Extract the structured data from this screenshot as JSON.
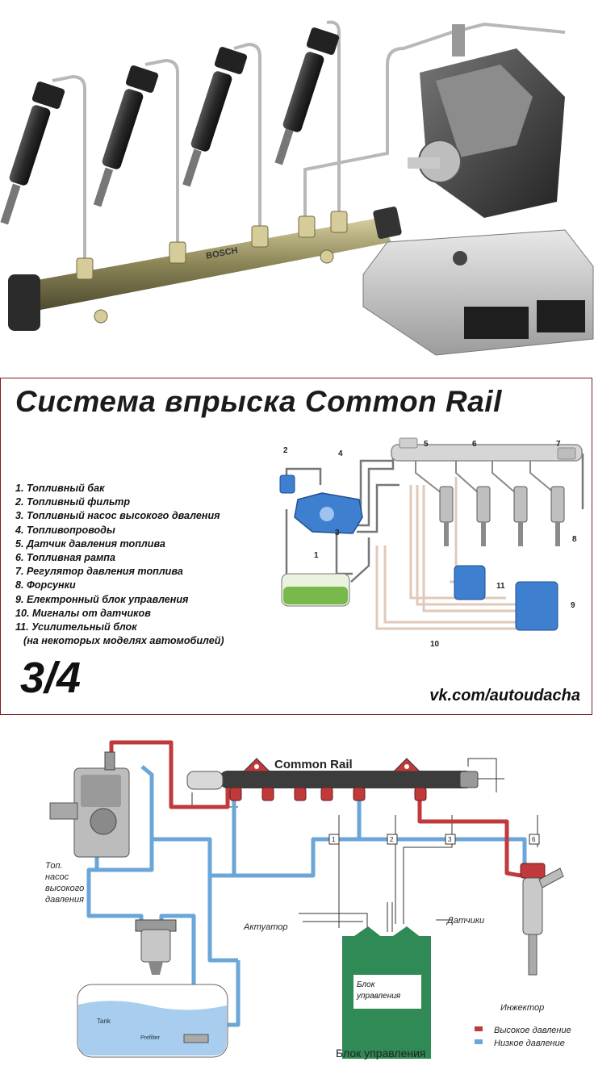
{
  "colors": {
    "high_pressure": "#c0393b",
    "low_pressure": "#6aa6d8",
    "ecu_green": "#2f8a55",
    "panel_border": "#7a1f1f",
    "rail_gray": "#c9c9c9",
    "component_blue": "#3f7fd0",
    "line_tan": "#e0c9b8"
  },
  "photo_panel": {
    "rail_brand": "BOSCH"
  },
  "scheme_panel": {
    "title": "Система впрыска Common Rail",
    "legend": [
      "1. Топливный бак",
      "2. Топливный фильтр",
      "3. Топливный насос высокого дваления",
      "4. Топливопроводы",
      "5. Датчик давления топлива",
      "6. Топливная рампа",
      "7. Регулятор давления топлива",
      "8. Форсунки",
      "9. Електронный блок управления",
      "10. Мигналы от датчиков",
      "11. Усилительный блок",
      "(на некоторых моделях автомобилей)"
    ],
    "callouts": [
      "1",
      "2",
      "3",
      "4",
      "5",
      "6",
      "7",
      "8",
      "9",
      "10",
      "11"
    ],
    "page_fraction": "3/4",
    "link": "vk.com/autoudacha"
  },
  "circuit_panel": {
    "rail_title": "Common Rail",
    "pump_label": [
      "Топ.",
      "насос",
      "высокого",
      "давления"
    ],
    "actuator_label": "Актуатор",
    "sensors_label": "Датчики",
    "ecu_label_inner": [
      "Блок",
      "управления"
    ],
    "ecu_label_outer": "Блок управления",
    "injector_label": "Инжектор",
    "tank_label": "Tank",
    "prefilter_label": "Prefilter",
    "connectors": [
      "1",
      "2",
      "3",
      "6"
    ],
    "legend_high": "Высокое давление",
    "legend_low": "Низкое давление"
  }
}
